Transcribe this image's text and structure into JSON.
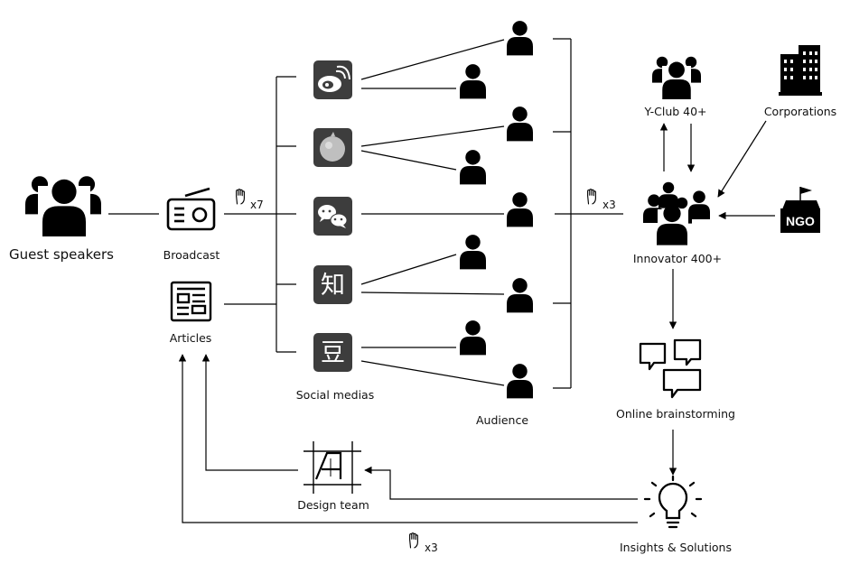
{
  "nodes": {
    "guest_speakers": "Guest speakers",
    "broadcast": "Broadcast",
    "articles": "Articles",
    "social_medias": "Social medias",
    "audience": "Audience",
    "yclub": "Y-Club 40+",
    "corporations": "Corporations",
    "ngo": "NGO",
    "innovator": "Innovator 400+",
    "online_brainstorming": "Online brainstorming",
    "insights": "Insights & Solutions",
    "design_team": "Design team"
  },
  "social_icons": {
    "weibo": "weibo-icon",
    "wechat": "wechat-icon",
    "zhihu_char": "知",
    "douban_char": "豆"
  },
  "multipliers": {
    "broadcast": "x7",
    "audience": "x3",
    "feedback": "x3"
  },
  "colors": {
    "line": "#000000",
    "icon_dark": "#1a1a1a",
    "social_tile": "#3d3d3d"
  }
}
